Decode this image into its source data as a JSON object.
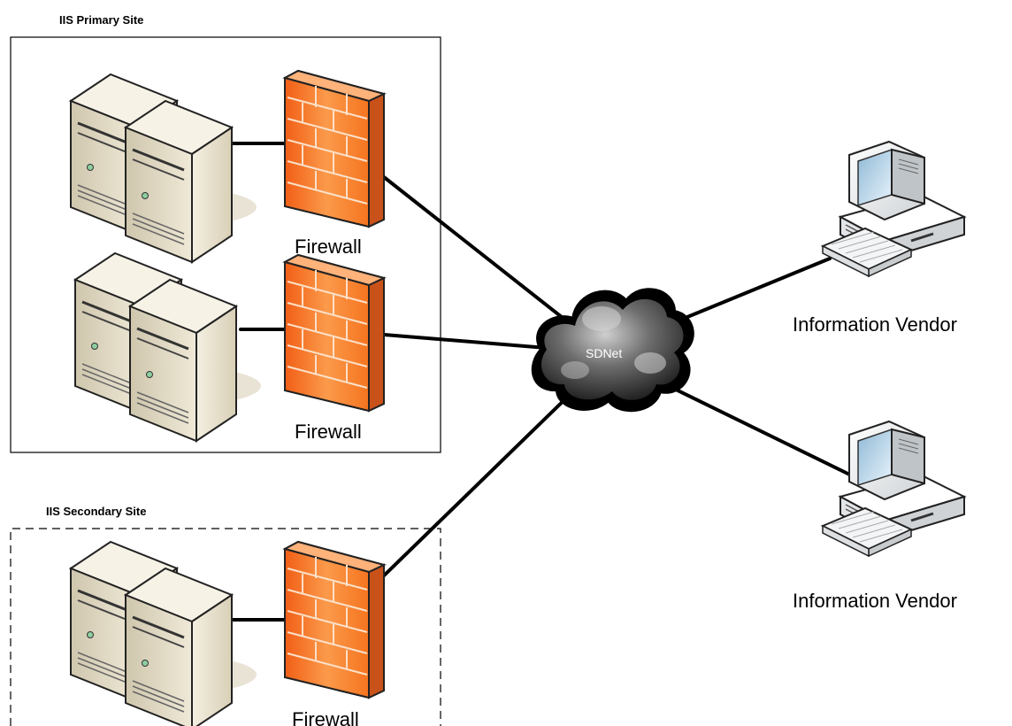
{
  "sites": {
    "primary": {
      "title": "IIS Primary Site"
    },
    "secondary": {
      "title": "IIS Secondary Site"
    }
  },
  "firewalls": [
    {
      "label": "Firewall"
    },
    {
      "label": "Firewall"
    },
    {
      "label": "Firewall"
    }
  ],
  "network": {
    "label": "SDNet"
  },
  "vendors": [
    {
      "label": "Information Vendor"
    },
    {
      "label": "Information Vendor"
    }
  ],
  "colors": {
    "firewall": "#f47a2a",
    "server": "#e9e1cc",
    "cloud": "#3a3a3a"
  }
}
